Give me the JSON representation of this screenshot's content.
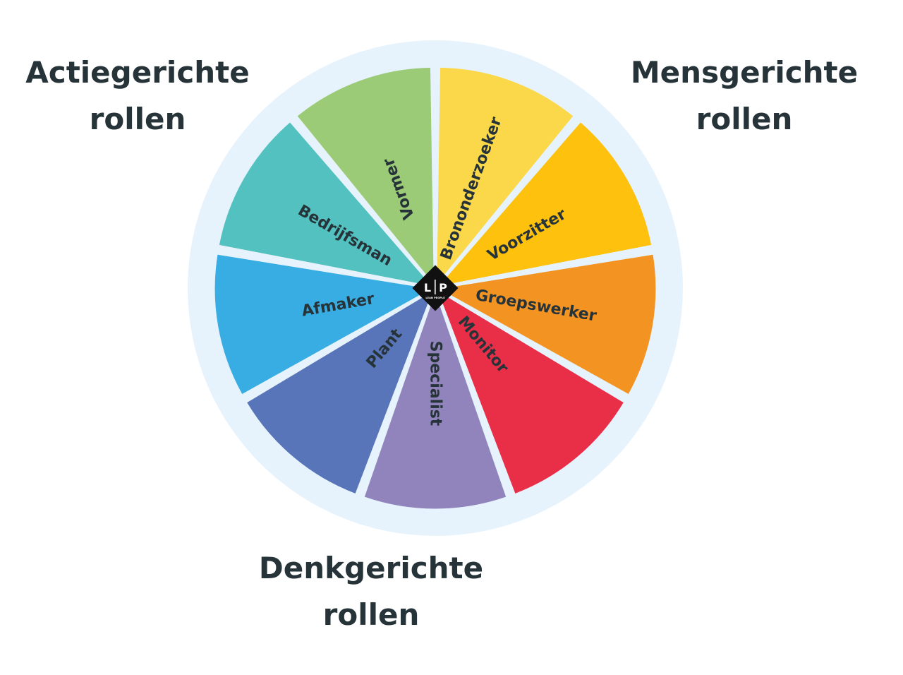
{
  "groups": {
    "action": {
      "line1": "Actiegerichte",
      "line2": "rollen"
    },
    "people": {
      "line1": "Mensgerichte",
      "line2": "rollen"
    },
    "thinking": {
      "line1": "Denkgerichte",
      "line2": "rollen"
    }
  },
  "segments": [
    {
      "label": "Brononderzoeker",
      "color": "#FBD84A"
    },
    {
      "label": "Voorzitter",
      "color": "#FDC10E"
    },
    {
      "label": "Groepswerker",
      "color": "#F39422"
    },
    {
      "label": "Monitor",
      "color": "#E92E48"
    },
    {
      "label": "Specialist",
      "color": "#9184BD"
    },
    {
      "label": "Plant",
      "color": "#5975B9"
    },
    {
      "label": "Afmaker",
      "color": "#38ADE3"
    },
    {
      "label": "Bedrijfsman",
      "color": "#53C1BF"
    },
    {
      "label": "Vormer",
      "color": "#9BCB76"
    }
  ],
  "colors": {
    "ring": "#E7F3FC",
    "text": "#263338",
    "logo_bg": "#111111"
  },
  "logo": {
    "left": "L",
    "right": "P",
    "subtitle": "LEAN PEOPLE"
  }
}
